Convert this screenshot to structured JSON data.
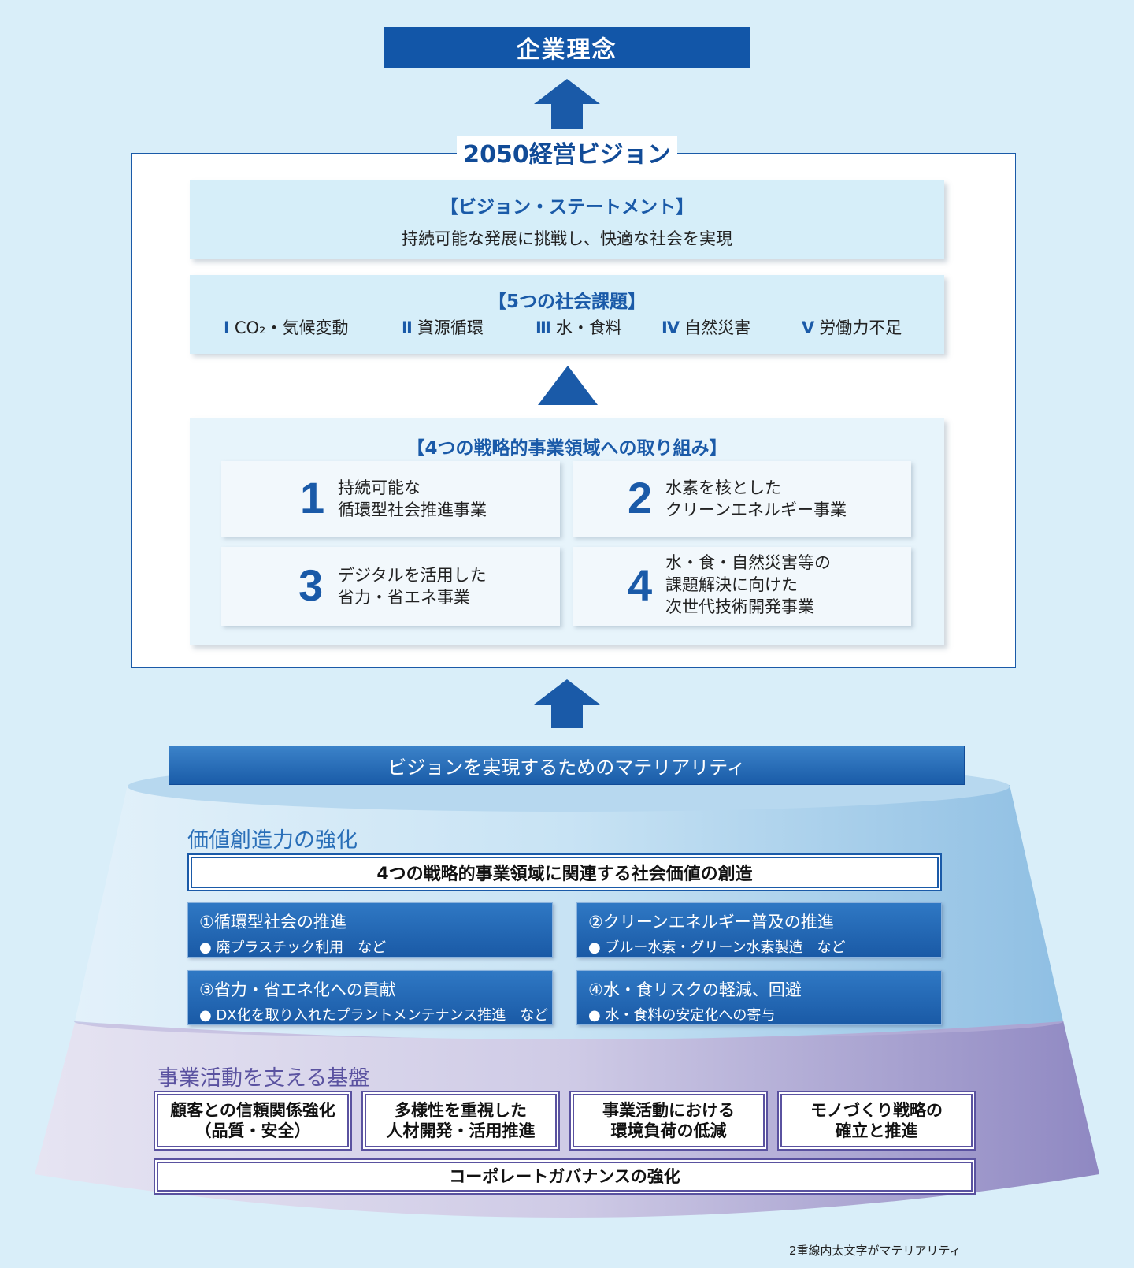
{
  "philosophy": "企業理念",
  "vision": {
    "title": "2050経営ビジョン",
    "statement_heading": "【ビジョン・ステートメント】",
    "statement_text": "持続可能な発展に挑戦し、快適な社会を実現",
    "issues_heading": "【5つの社会課題】",
    "issues": [
      {
        "num": "Ⅰ",
        "label": "CO₂・気候変動"
      },
      {
        "num": "Ⅱ",
        "label": "資源循環"
      },
      {
        "num": "Ⅲ",
        "label": "水・食料"
      },
      {
        "num": "Ⅳ",
        "label": "自然災害"
      },
      {
        "num": "Ⅴ",
        "label": "労働力不足"
      }
    ],
    "strategy_heading": "【4つの戦略的事業領域への取り組み】",
    "strategies": [
      {
        "num": "1",
        "lines": [
          "持続可能な",
          "循環型社会推進事業"
        ]
      },
      {
        "num": "2",
        "lines": [
          "水素を核とした",
          "クリーンエネルギー事業"
        ]
      },
      {
        "num": "3",
        "lines": [
          "デジタルを活用した",
          "省力・省エネ事業"
        ]
      },
      {
        "num": "4",
        "lines": [
          "水・食・自然災害等の",
          "課題解決に向けた",
          "次世代技術開発事業"
        ]
      }
    ]
  },
  "materiality": {
    "title": "ビジョンを実現するためのマテリアリティ",
    "value_label": "価値創造力の強化",
    "value_main": "4つの戦略的事業領域に関連する社会価値の創造",
    "value_items": [
      {
        "title": "①循環型社会の推進",
        "sub": "● 廃プラスチック利用　など"
      },
      {
        "title": "②クリーンエネルギー普及の推進",
        "sub": "● ブルー水素・グリーン水素製造　など"
      },
      {
        "title": "③省力・省エネ化への貢献",
        "sub": "● DX化を取り入れたプラントメンテナンス推進　など"
      },
      {
        "title": "④水・食リスクの軽減、回避",
        "sub": "● 水・食料の安定化への寄与"
      }
    ],
    "base_label": "事業活動を支える基盤",
    "base_items": [
      {
        "lines": [
          "顧客との信頼関係強化",
          "（品質・安全）"
        ]
      },
      {
        "lines": [
          "多様性を重視した",
          "人材開発・活用推進"
        ]
      },
      {
        "lines": [
          "事業活動における",
          "環境負荷の低減"
        ]
      },
      {
        "lines": [
          "モノづくり戦略の",
          "確立と推進"
        ]
      }
    ],
    "base_main": "コーポレートガバナンスの強化"
  },
  "note": "2重線内太文字がマテリアリティ",
  "colors": {
    "primary": "#1256a8",
    "light_panel": "#d6eef9",
    "purple": "#5a52a0"
  }
}
